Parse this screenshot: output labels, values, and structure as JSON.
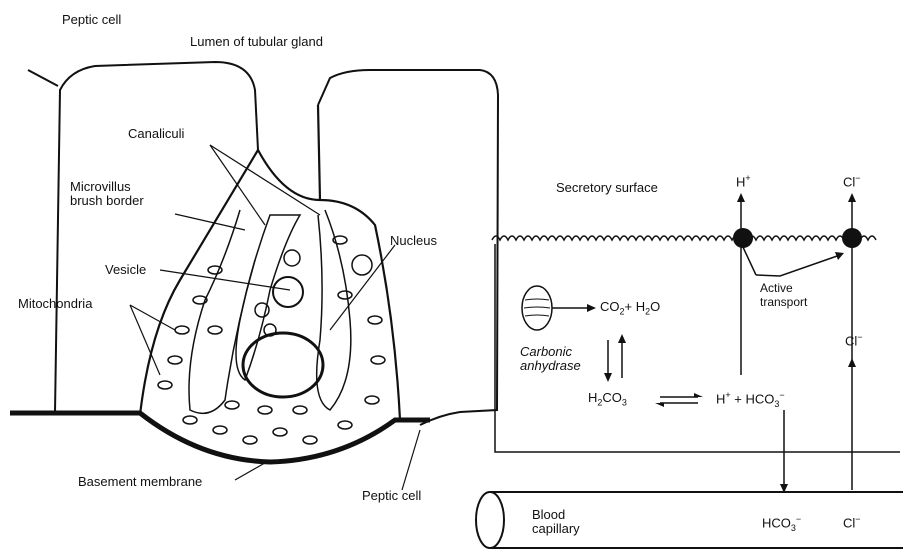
{
  "left_diagram": {
    "peptic_cell_top": "Peptic cell",
    "lumen": "Lumen of tubular  gland",
    "canaliculi": "Canaliculi",
    "microvillus_1": "Microvillus",
    "microvillus_2": "brush border",
    "nucleus": "Nucleus",
    "vesicle": "Vesicle",
    "mitochondria": "Mitochondria",
    "basement_membrane": "Basement membrane",
    "peptic_cell_bottom": "Peptic cell"
  },
  "right_diagram": {
    "secretory_surface": "Secretory surface",
    "h_plus_top": "H",
    "h_plus_top_sup": "+",
    "cl_top": "Cl",
    "cl_top_sup": "−",
    "active_1": "Active",
    "active_2": "transport",
    "co2_h2o": {
      "a": "CO",
      "a_sub": "2",
      "b": "+ H",
      "b_sub": "2",
      "c": "O"
    },
    "carbonic_1": "Carbonic",
    "carbonic_2": "anhydrase",
    "h2co3": {
      "a": "H",
      "a_sub": "2",
      "b": "CO",
      "b_sub": "3"
    },
    "h_hco3": {
      "a": "H",
      "a_sup": "+",
      "b": " +  HCO",
      "b_sub": "3",
      "b_sup": "−"
    },
    "cl_mid": "Cl",
    "cl_mid_sup": "−",
    "blood_1": "Blood",
    "blood_2": "capillary",
    "hco3_bottom": {
      "a": "HCO",
      "a_sub": "3",
      "a_sup": "−"
    },
    "cl_bottom": "Cl",
    "cl_bottom_sup": "−"
  }
}
